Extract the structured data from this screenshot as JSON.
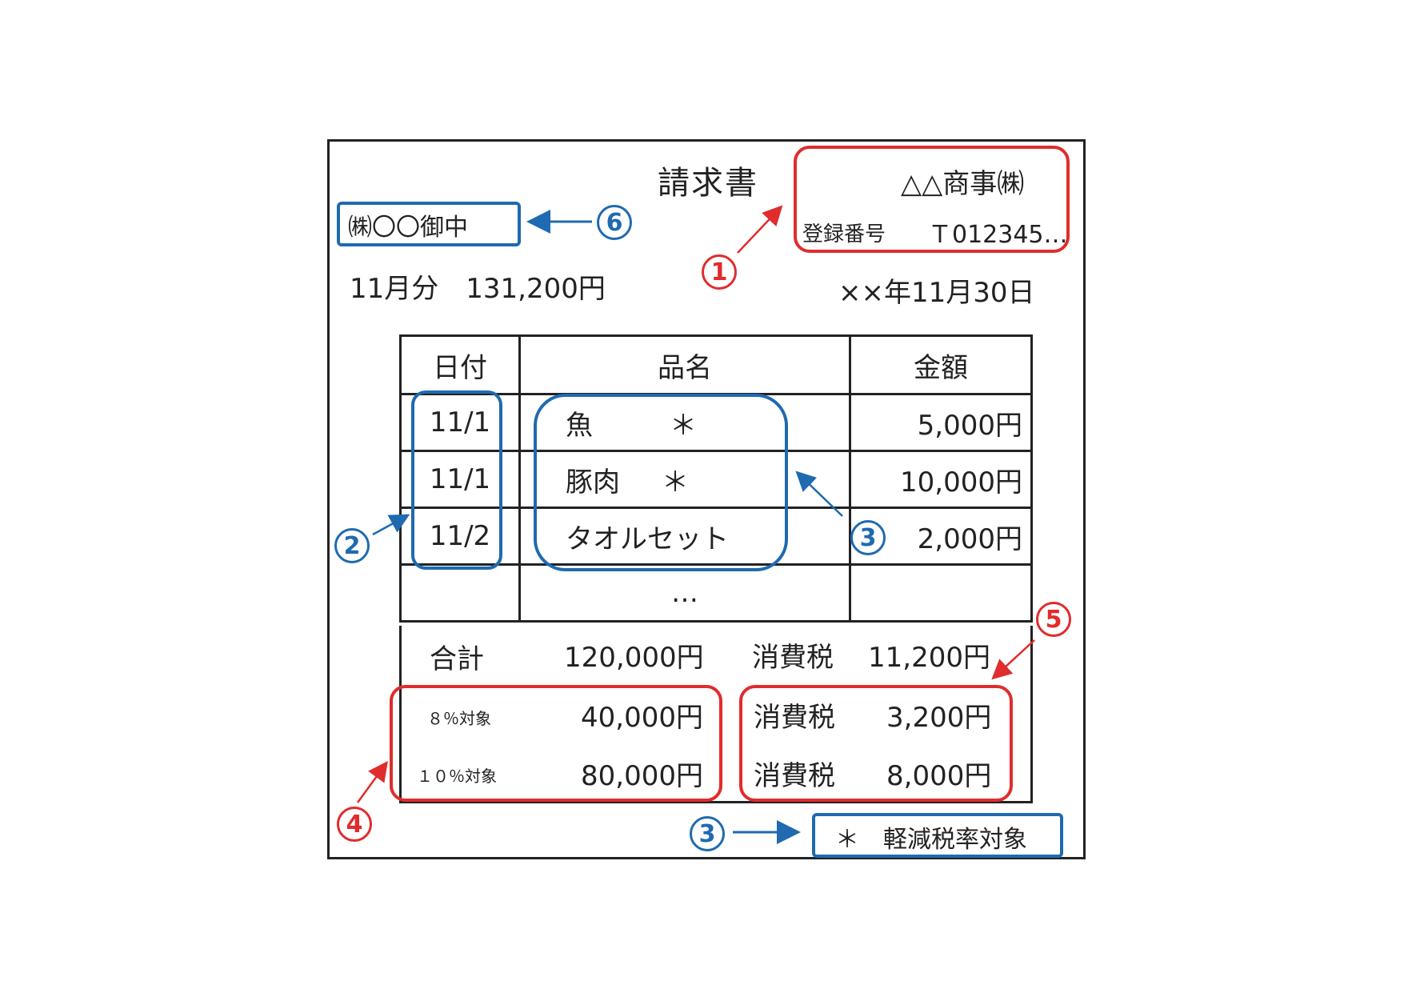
{
  "header": {
    "title": "請求書",
    "addressee": "㈱〇〇御中",
    "period_amount": "11月分　131,200円",
    "issuer_name": "△△商事㈱",
    "registration_label": "登録番号",
    "registration_number": "Ｔ012345…",
    "issue_date": "××年11月30日"
  },
  "table": {
    "headers": [
      "日付",
      "品名",
      "金額"
    ],
    "rows": [
      {
        "date": "11/1",
        "name": "魚",
        "mark": "＊",
        "amount": "5,000円"
      },
      {
        "date": "11/1",
        "name": "豚肉",
        "mark": "＊",
        "amount": "10,000円"
      },
      {
        "date": "11/2",
        "name": "タオルセット",
        "mark": "",
        "amount": "2,000円"
      },
      {
        "date": "",
        "name": "…",
        "mark": "",
        "amount": ""
      }
    ]
  },
  "totals": {
    "total_label": "合計",
    "total_value": "120,000円",
    "tax_label": "消費税",
    "tax_value": "11,200円",
    "rate8_label": "８％対象",
    "rate8_value": "40,000円",
    "rate10_label": "１０％対象",
    "rate10_value": "80,000円",
    "tax8_label": "消費税",
    "tax8_value": "3,200円",
    "tax10_label": "消費税",
    "tax10_value": "8,000円"
  },
  "footnote": "＊　軽減税率対象",
  "callouts": {
    "n1": "1",
    "n2": "2",
    "n3a": "3",
    "n3b": "3",
    "n4": "4",
    "n5": "5",
    "n6": "6"
  },
  "colors": {
    "red": "#e02c2c",
    "blue": "#1f6ab0"
  }
}
